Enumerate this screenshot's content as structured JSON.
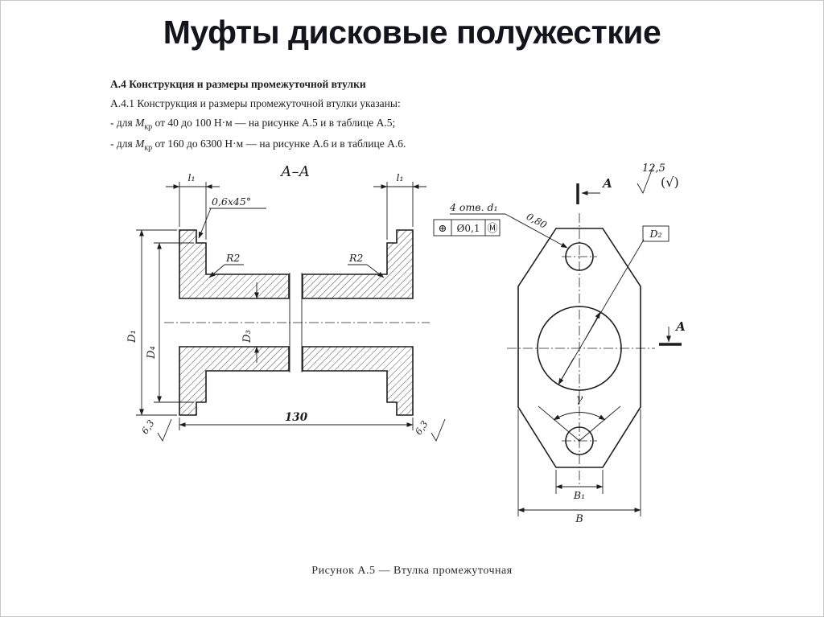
{
  "colors": {
    "ink": "#1d1d1d",
    "title": "#14141c",
    "page_border": "#c8c8c8"
  },
  "page": {
    "title": "Муфты дисковые полужесткие",
    "caption": "Рисунок А.5 — Втулка промежуточная"
  },
  "spec": {
    "heading": "А.4  Конструкция и размеры промежуточной втулки",
    "intro": "А.4.1  Конструкция и размеры промежуточной втулки указаны:",
    "item1_prefix": "- для ",
    "item1_symbol": "М",
    "item1_sub": "кр",
    "item1_rest": " от 40 до 100 Н·м — на рисунке А.5 и в таблице А.5;",
    "item2_prefix": "- для ",
    "item2_symbol": "М",
    "item2_sub": "кр",
    "item2_rest": " от 160 до 6300 Н·м — на рисунке А.6 и в таблице А.6."
  },
  "section_view": {
    "view_label": "А–А",
    "dim_l1_left": "l₁",
    "dim_l1_right": "l₁",
    "chamfer_note": "0,6x45°",
    "fillet_left": "R2",
    "fillet_right": "R2",
    "dim_D1": "D₁",
    "dim_D4": "D₄",
    "dim_D3": "D₃",
    "dim_length": "130",
    "roughness_left": "6,3",
    "roughness_right": "6,3"
  },
  "front_view": {
    "holes_note": "4 отв. d₁",
    "fcf_symbol": "⊕",
    "fcf_tolerance": "Ø0,1",
    "fcf_modifier": "Ⓜ",
    "dim_chamfer": "0,80",
    "dim_D2": "D₂",
    "section_arrow_top": "А",
    "section_arrow_right": "А",
    "angle": "γ",
    "dim_B1": "B₁",
    "dim_B": "B",
    "roughness_general": "12,5",
    "roughness_alt": "(√)"
  }
}
